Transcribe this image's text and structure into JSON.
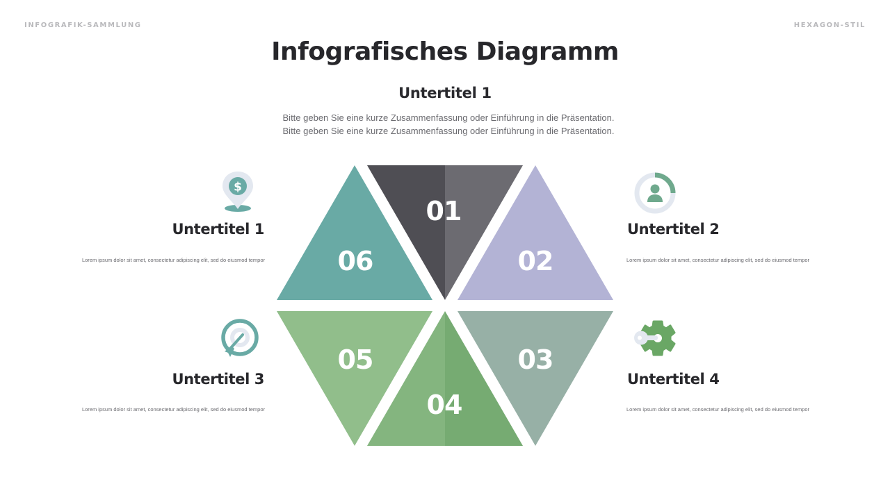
{
  "header": {
    "left_tag": "INFOGRAFIK-SAMMLUNG",
    "right_tag": "HEXAGON-STIL",
    "title": "Infografisches Diagramm",
    "subtitle": "Untertitel 1",
    "intro_lines": [
      "Bitte geben Sie eine kurze Zusammenfassung oder Einführung in die Präsentation.",
      "Bitte geben Sie eine kurze Zusammenfassung oder Einführung in die Präsentation."
    ]
  },
  "hexagon": {
    "segments": [
      {
        "id": "01",
        "label": "01",
        "color_left": "#4f4e54",
        "color_right": "#6c6b71",
        "orientation": "down"
      },
      {
        "id": "02",
        "label": "02",
        "color": "#b3b3d5",
        "orientation": "up"
      },
      {
        "id": "03",
        "label": "03",
        "color": "#97b0a6",
        "orientation": "down"
      },
      {
        "id": "04",
        "label": "04",
        "color_left": "#84b57f",
        "color_right": "#76ab72",
        "orientation": "up"
      },
      {
        "id": "05",
        "label": "05",
        "color": "#91be8b",
        "orientation": "down"
      },
      {
        "id": "06",
        "label": "06",
        "color": "#69aaa5",
        "orientation": "up"
      }
    ]
  },
  "items": [
    {
      "title": "Untertitel 1",
      "text": "Lorem ipsum dolor sit amet, consectetur adipiscing elit, sed do eiusmod tempor",
      "icon": "dollar-pin-icon",
      "side": "left"
    },
    {
      "title": "Untertitel 2",
      "text": "Lorem ipsum dolor sit amet, consectetur adipiscing elit, sed do eiusmod tempor",
      "icon": "user-progress-icon",
      "side": "right"
    },
    {
      "title": "Untertitel 3",
      "text": "Lorem ipsum dolor sit amet, consectetur adipiscing elit, sed do eiusmod tempor",
      "icon": "target-icon",
      "side": "left"
    },
    {
      "title": "Untertitel 4",
      "text": "Lorem ipsum dolor sit amet, consectetur adipiscing elit, sed do eiusmod tempor",
      "icon": "gear-key-icon",
      "side": "right"
    }
  ],
  "colors": {
    "teal": "#69aaa5",
    "green": "#76ab72",
    "light_blue_grey": "#e3e8f0",
    "text_dark": "#27272b",
    "text_muted": "#6b6b70"
  }
}
